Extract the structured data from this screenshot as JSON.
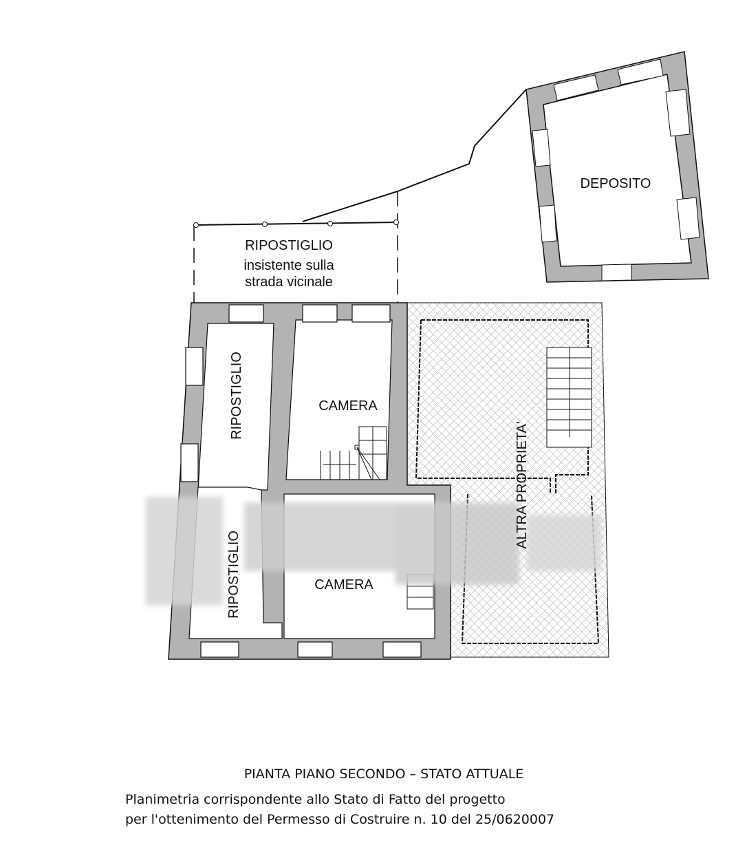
{
  "rooms": {
    "deposito": "DEPOSITO",
    "ripostiglio_top": "RIPOSTIGLIO",
    "ripostiglio_top_note1": "insistente sulla",
    "ripostiglio_top_note2": "strada vicinale",
    "ripostiglio_left": "RIPOSTIGLIO",
    "ripostiglio_lower": "RIPOSTIGLIO",
    "camera_top": "CAMERA",
    "camera_bottom": "CAMERA",
    "altra_proprieta": "ALTRA PROPRIETA'"
  },
  "caption": {
    "title": "PIANTA PIANO SECONDO – STATO ATTUALE",
    "line1": "Planimetria corrispondente allo Stato di Fatto del progetto",
    "line2": "per l'ottenimento del Permesso di Costruire n. 10 del 25/0620007"
  },
  "colors": {
    "wall": "#b3b3b3",
    "line": "#111111",
    "hatch": "#c8c8c8"
  }
}
